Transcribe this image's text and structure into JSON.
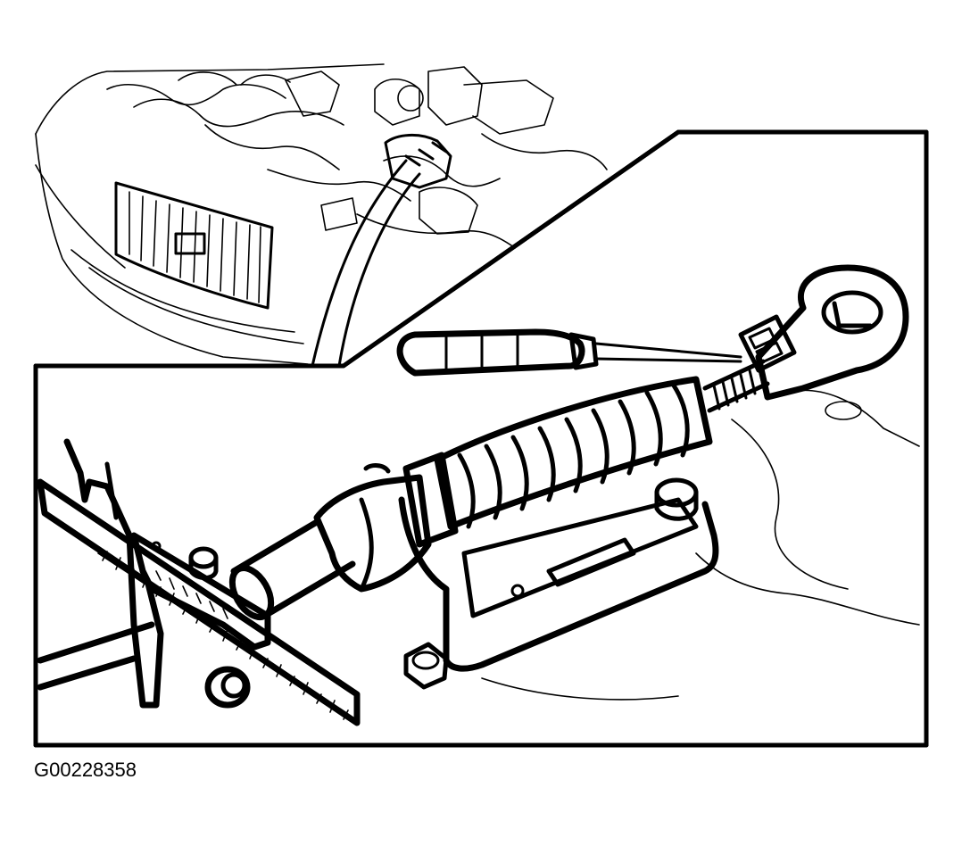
{
  "figure": {
    "id_label": "G00228358"
  },
  "colors": {
    "line": "#000000",
    "background": "#ffffff"
  },
  "icons": {
    "inset_vehicle": "vehicle-front-engine-bay-drawing",
    "detail": "steering-rack-with-tie-rod-measurement-drawing",
    "tool_caliper": "vernier-caliper-icon",
    "tool_screwdriver": "screwdriver-icon"
  }
}
